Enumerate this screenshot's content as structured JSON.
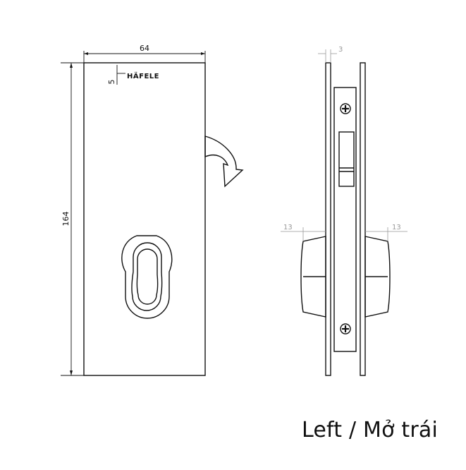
{
  "front_view": {
    "width_label": "64",
    "height_label": "164",
    "logo_offset_label": "5",
    "brand_text": "HÄFELE"
  },
  "side_view": {
    "thickness_label": "3",
    "left_projection_label": "13",
    "right_projection_label": "13"
  },
  "caption": "Left / Mở trái"
}
